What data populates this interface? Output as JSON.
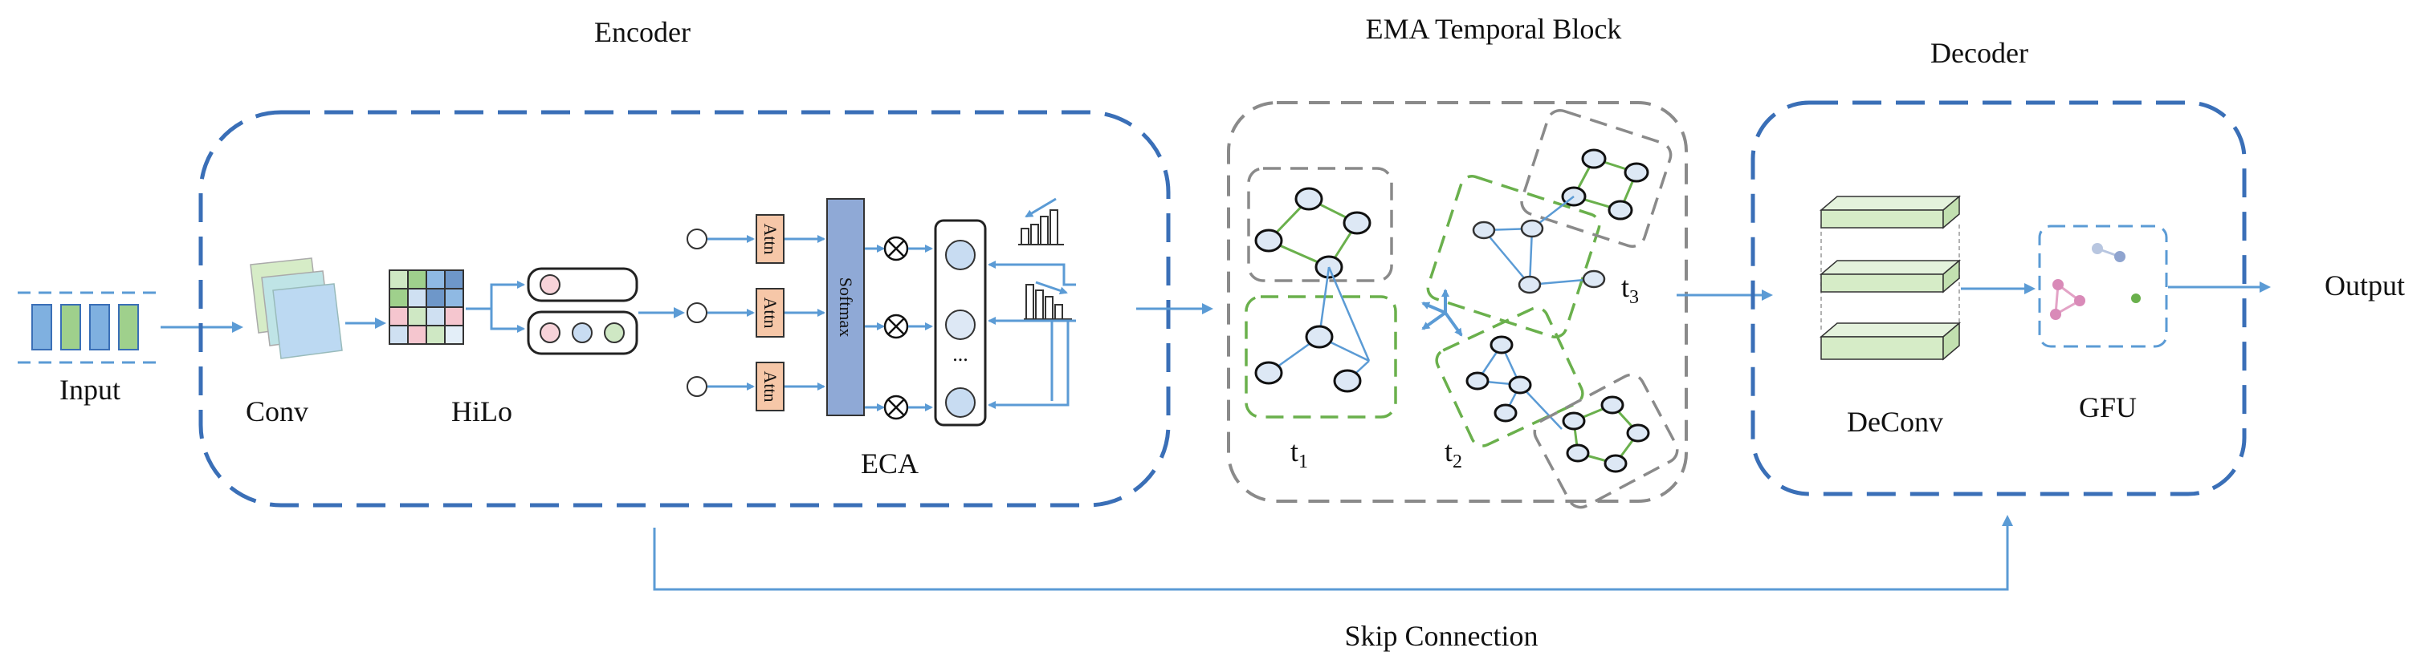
{
  "sections": {
    "encoder": "Encoder",
    "temporal": "EMA Temporal Block",
    "decoder": "Decoder"
  },
  "labels": {
    "input": "Input",
    "output": "Output",
    "conv": "Conv",
    "hilo": "HiLo",
    "eca": "ECA",
    "softmax": "Softmax",
    "attn": "Attn",
    "dots": "...",
    "deconv": "DeConv",
    "gfu": "GFU",
    "skip": "Skip Connection",
    "t_letter": "t",
    "t1_sub": "1",
    "t2_sub": "2",
    "t3_sub": "3"
  },
  "colors": {
    "blue_dash": "#3a6fb7",
    "arrow": "#5b9bd5",
    "gray_dash": "#8a8a8a",
    "green": "#6ab04c",
    "node_fill": "#dde8f5",
    "attn_fill": "#f6c7a8",
    "softmax_fill": "#8fa9d6",
    "input_green": "#9fd08c",
    "input_blue": "#7fb0e0"
  }
}
